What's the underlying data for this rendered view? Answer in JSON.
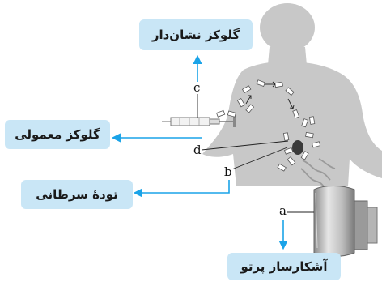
{
  "labels": {
    "tracer_glucose": "گلوکز نشان‌دار",
    "normal_glucose": "گلوکز معمولی",
    "tumor": "تودهٔ سرطانی",
    "detector": "آشکارساز پرتو"
  },
  "letters": {
    "a": "a",
    "b": "b",
    "c": "c",
    "d": "d"
  },
  "colors": {
    "arrow": "#1aa3e8",
    "label_bg": "#c9e6f6",
    "silhouette": "#c8c8c8",
    "tumor": "#3a3a3a"
  }
}
